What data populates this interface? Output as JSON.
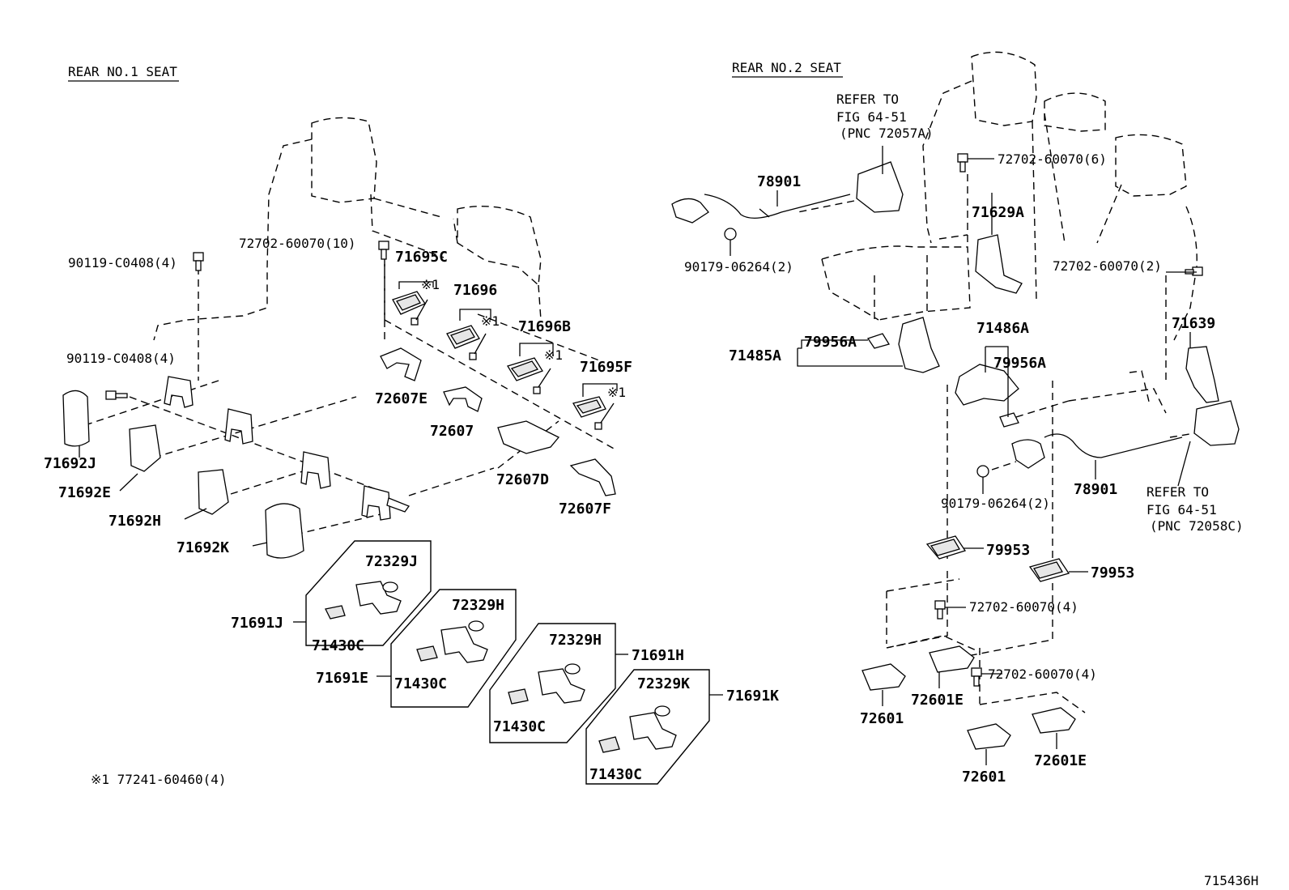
{
  "sections": {
    "rear_no1": "REAR NO.1 SEAT",
    "rear_no2": "REAR NO.2 SEAT"
  },
  "labels": {
    "l_90119_a": "90119-C0408(4)",
    "l_90119_b": "90119-C0408(4)",
    "l_72702_10": "72702-60070(10)",
    "l_71695C": "71695C",
    "l_71696": "71696",
    "l_71696B": "71696B",
    "l_71695F": "71695F",
    "l_72607E": "72607E",
    "l_72607": "72607",
    "l_72607D": "72607D",
    "l_72607F": "72607F",
    "l_71692J": "71692J",
    "l_71692E": "71692E",
    "l_71692H": "71692H",
    "l_71692K": "71692K",
    "l_72329J": "72329J",
    "l_71691J": "71691J",
    "l_71430C_1": "71430C",
    "l_72329H_1": "72329H",
    "l_71691E": "71691E",
    "l_71430C_2": "71430C",
    "l_72329H_2": "72329H",
    "l_71691H": "71691H",
    "l_71430C_3": "71430C",
    "l_72329K": "72329K",
    "l_71691K": "71691K",
    "l_71430C_4": "71430C",
    "l_78901_a": "78901",
    "l_90179_a": "90179-06264(2)",
    "l_72702_6": "72702-60070(6)",
    "l_71629A": "71629A",
    "l_72702_2": "72702-60070(2)",
    "l_71485A": "71485A",
    "l_79956A_a": "79956A",
    "l_71486A": "71486A",
    "l_79956A_b": "79956A",
    "l_71639": "71639",
    "l_78901_b": "78901",
    "l_90179_b": "90179-06264(2)",
    "l_79953_a": "79953",
    "l_79953_b": "79953",
    "l_72702_4a": "72702-60070(4)",
    "l_72702_4b": "72702-60070(4)",
    "l_72601_a": "72601",
    "l_72601E_a": "72601E",
    "l_72601_b": "72601",
    "l_72601E_b": "72601E"
  },
  "callout": {
    "mark": "※1",
    "footnote": "※1  77241-60460(4)"
  },
  "refer_a": {
    "line1": "REFER TO",
    "line2": "FIG 64-51",
    "line3": "(PNC 72057A)"
  },
  "refer_b": {
    "line1": "REFER TO",
    "line2": "FIG 64-51",
    "line3": "(PNC 72058C)"
  },
  "figure_id": "715436H"
}
